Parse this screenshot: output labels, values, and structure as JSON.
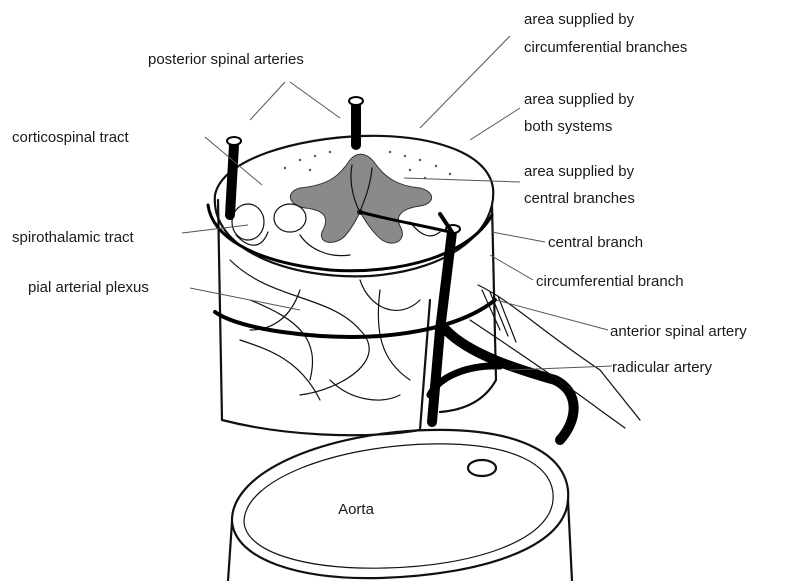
{
  "labels": {
    "posterior_spinal_arteries": "posterior spinal arteries",
    "corticospinal_tract": "corticospinal tract",
    "spinothalamic_tract": "spirothalamic tract",
    "pial_arterial_plexus": "pial arterial plexus",
    "circumferential_area_line1": "area supplied by",
    "circumferential_area_line2": "circumferential branches",
    "both_systems_line1": "area supplied by",
    "both_systems_line2": "both systems",
    "central_area_line1": "area supplied by",
    "central_area_line2": "central branches",
    "central_branch": "central branch",
    "circumferential_branch": "circumferential branch",
    "anterior_spinal_artery": "anterior spinal artery",
    "radicular_artery": "radicular artery",
    "aorta": "Aorta"
  },
  "colors": {
    "ink": "#111111",
    "shading": "#8a8a8a",
    "background": "#ffffff"
  }
}
